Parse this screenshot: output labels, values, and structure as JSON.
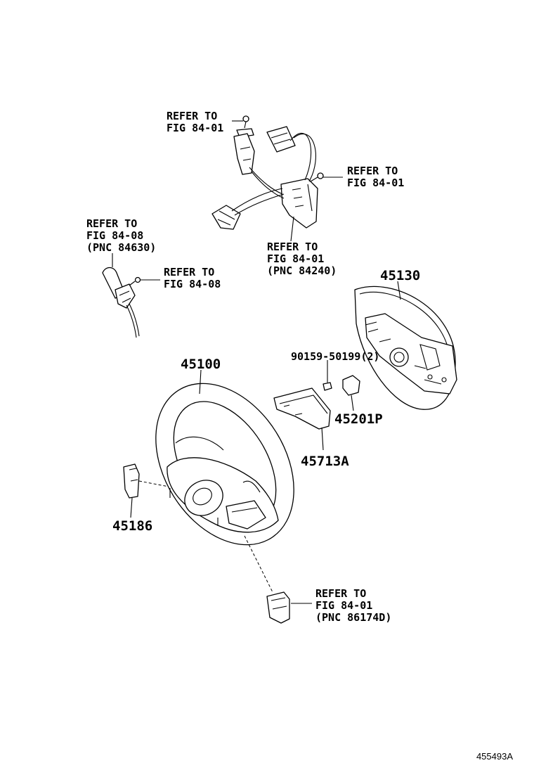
{
  "callouts": {
    "ref_top_left": [
      "REFER TO",
      "FIG 84-01"
    ],
    "ref_top_right": [
      "REFER TO",
      "FIG 84-01"
    ],
    "ref_mid": [
      "REFER TO",
      "FIG 84-01",
      "(PNC 84240)"
    ],
    "ref_left_group": [
      "REFER TO",
      "FIG 84-08",
      "(PNC 84630)"
    ],
    "ref_left_screw": [
      "REFER TO",
      "FIG 84-08"
    ],
    "ref_bottom": [
      "REFER TO",
      "FIG 84-01",
      "(PNC 86174D)"
    ]
  },
  "part_numbers": {
    "airbag": "45130",
    "bolt": "90159-50199(2)",
    "wheel": "45100",
    "nut": "45201P",
    "cover": "45713A",
    "clip": "45186"
  },
  "footer": {
    "illustration_id": "455493A"
  }
}
